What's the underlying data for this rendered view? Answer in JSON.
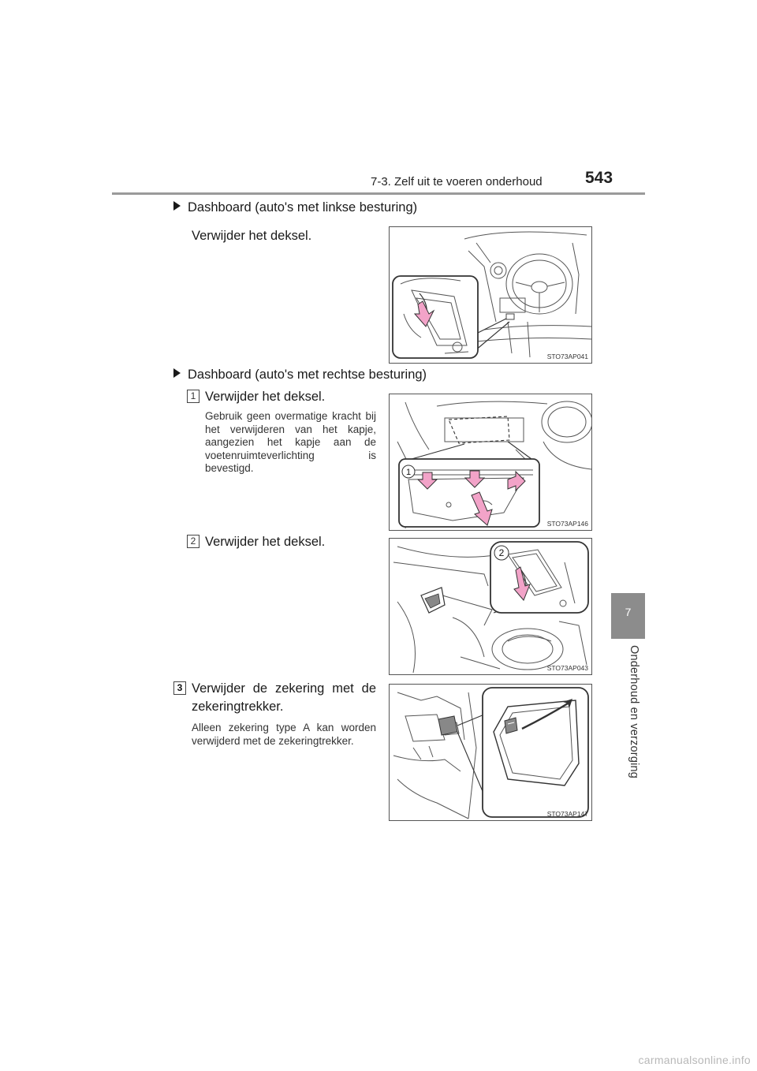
{
  "header": {
    "section": "7-3. Zelf uit te voeren onderhoud",
    "page_number": "543"
  },
  "side_tab": {
    "number": "7",
    "label": "Onderhoud en verzorging"
  },
  "lhd": {
    "heading": "Dashboard (auto's met linkse besturing)",
    "instruction": "Verwijder het deksel.",
    "figure_code": "STO73AP041"
  },
  "rhd": {
    "heading": "Dashboard (auto's met rechtse besturing)",
    "steps": [
      {
        "number": "1",
        "text": "Verwijder het deksel.",
        "note": "Gebruik geen overmatige kracht bij het verwijderen van het kapje, aangezien het kapje aan de voetenruimteverlichting is bevestigd.",
        "figure_code": "STO73AP146",
        "callout": "1"
      },
      {
        "number": "2",
        "text": "Verwijder het deksel.",
        "figure_code": "STO73AP043",
        "callout": "2"
      }
    ]
  },
  "step3": {
    "number": "3",
    "text": "Verwijder de zekering met de zekeringtrekker.",
    "note": "Alleen zekering type A kan worden verwijderd met de zekeringtrekker.",
    "figure_code": "STO73AP147"
  },
  "watermark": "carmanualsonline.info",
  "colors": {
    "arrow_fill": "#f2a3c8",
    "arrow_stroke": "#333333",
    "tab_gray": "#8c8c8c",
    "rule_gray": "#9a9a9a"
  }
}
